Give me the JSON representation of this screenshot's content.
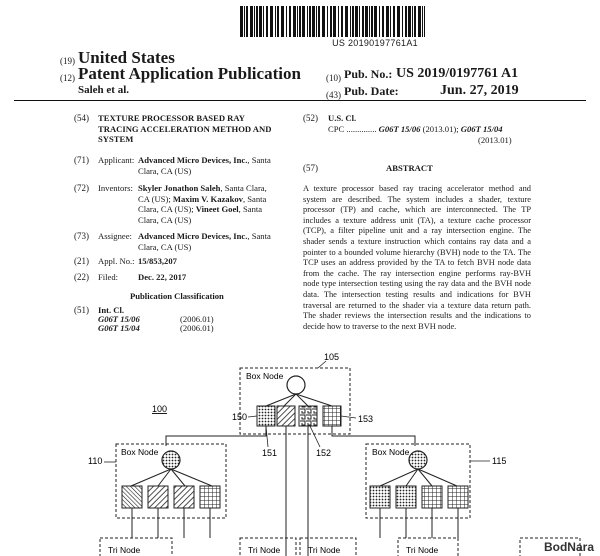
{
  "barcode_text": "US 20190197761A1",
  "header": {
    "country_num": "(19)",
    "country": "United States",
    "type_num": "(12)",
    "type": "Patent Application Publication",
    "inventor_short": "Saleh et al.",
    "pubno_num": "(10)",
    "pubno_label": "Pub. No.:",
    "pubno_value": "US 2019/0197761 A1",
    "pubdate_num": "(43)",
    "pubdate_label": "Pub. Date:",
    "pubdate_value": "Jun. 27, 2019"
  },
  "left": {
    "title_num": "(54)",
    "title_line1": "TEXTURE PROCESSOR BASED RAY",
    "title_line2": "TRACING ACCELERATION METHOD AND",
    "title_line3": "SYSTEM",
    "applicant_num": "(71)",
    "applicant_label": "Applicant:",
    "applicant_name": "Advanced Micro Devices, Inc.",
    "applicant_loc1": ", Santa",
    "applicant_loc2": "Clara, CA (US)",
    "inventors_num": "(72)",
    "inventors_label": "Inventors:",
    "inv1_name": "Skyler Jonathon Saleh",
    "inv1_loc": ", Santa Clara,",
    "inv1_loc2": "CA (US);",
    "inv2_name": "Maxim V. Kazakov",
    "inv2_loc": ", Santa",
    "inv2_loc2": "Clara, CA (US);",
    "inv3_name": "Vineet Goel",
    "inv3_loc": ", Santa",
    "inv3_loc2": "Clara, CA (US)",
    "assignee_num": "(73)",
    "assignee_label": "Assignee:",
    "assignee_name": "Advanced Micro Devices, Inc.",
    "assignee_loc1": ", Santa",
    "assignee_loc2": "Clara, CA (US)",
    "appl_num": "(21)",
    "appl_label": "Appl. No.:",
    "appl_value": "15/853,207",
    "filed_num": "(22)",
    "filed_label": "Filed:",
    "filed_value": "Dec. 22, 2017",
    "pub_class": "Publication Classification",
    "intcl_num": "(51)",
    "intcl_label": "Int. Cl.",
    "intcl_rows": [
      {
        "code": "G06T 15/06",
        "year": "(2006.01)"
      },
      {
        "code": "G06T 15/04",
        "year": "(2006.01)"
      }
    ]
  },
  "right": {
    "uscl_num": "(52)",
    "uscl_label": "U.S. Cl.",
    "cpc_label": "CPC",
    "cpc_dots": "..............",
    "cpc_code1": "G06T 15/06",
    "cpc_year1": "(2013.01);",
    "cpc_code2": "G06T 15/04",
    "cpc_year2": "(2013.01)",
    "abstract_num": "(57)",
    "abstract_title": "ABSTRACT",
    "abstract_text": "A texture processor based ray tracing accelerator method and system are described. The system includes a shader, texture processor (TP) and cache, which are interconnected. The TP includes a texture address unit (TA), a texture cache processor (TCP), a filter pipeline unit and a ray intersection engine. The shader sends a texture instruction which contains ray data and a pointer to a bounded volume hierarchy (BVH) node to the TA. The TCP uses an address provided by the TA to fetch BVH node data from the cache. The ray intersection engine performs ray-BVH node type intersection testing using the ray data and the BVH node data. The intersection testing results and indications for BVH traversal are returned to the shader via a texture data return path. The shader reviews the intersection results and the indications to decide how to traverse to the next BVH node."
  },
  "figure": {
    "ref_105": "105",
    "ref_100": "100",
    "ref_150": "150",
    "ref_153": "153",
    "ref_151": "151",
    "ref_152": "152",
    "ref_110": "110",
    "ref_115": "115",
    "box_node_top": "Box Node",
    "box_node_left": "Box Node",
    "box_node_right": "Box Node",
    "tri_node": "Tri Node"
  },
  "watermark": "BodNara"
}
